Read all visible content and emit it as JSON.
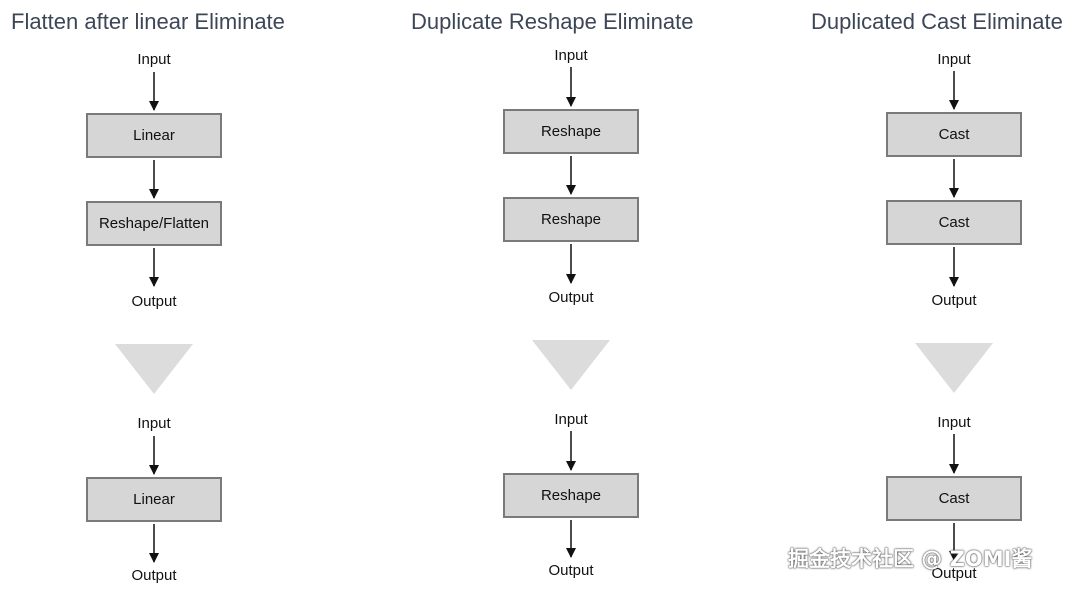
{
  "columns": [
    {
      "title": "Flatten after linear Eliminate",
      "before": {
        "input": "Input",
        "nodes": [
          "Linear",
          "Reshape/Flatten"
        ],
        "output": "Output"
      },
      "after": {
        "input": "Input",
        "nodes": [
          "Linear"
        ],
        "output": "Output"
      }
    },
    {
      "title": "Duplicate Reshape Eliminate",
      "before": {
        "input": "Input",
        "nodes": [
          "Reshape",
          "Reshape"
        ],
        "output": "Output"
      },
      "after": {
        "input": "Input",
        "nodes": [
          "Reshape"
        ],
        "output": "Output"
      }
    },
    {
      "title": "Duplicated Cast Eliminate",
      "before": {
        "input": "Input",
        "nodes": [
          "Cast",
          "Cast"
        ],
        "output": "Output"
      },
      "after": {
        "input": "Input",
        "nodes": [
          "Cast"
        ],
        "output": "Output"
      }
    }
  ],
  "watermark": "掘金技术社区 @ ZOMI酱",
  "colors": {
    "title": "#3d4657",
    "node_fill": "#d6d6d6",
    "node_border": "#7a7a7a",
    "transform_arrow": "#dcdcdc",
    "edge": "#111111"
  }
}
